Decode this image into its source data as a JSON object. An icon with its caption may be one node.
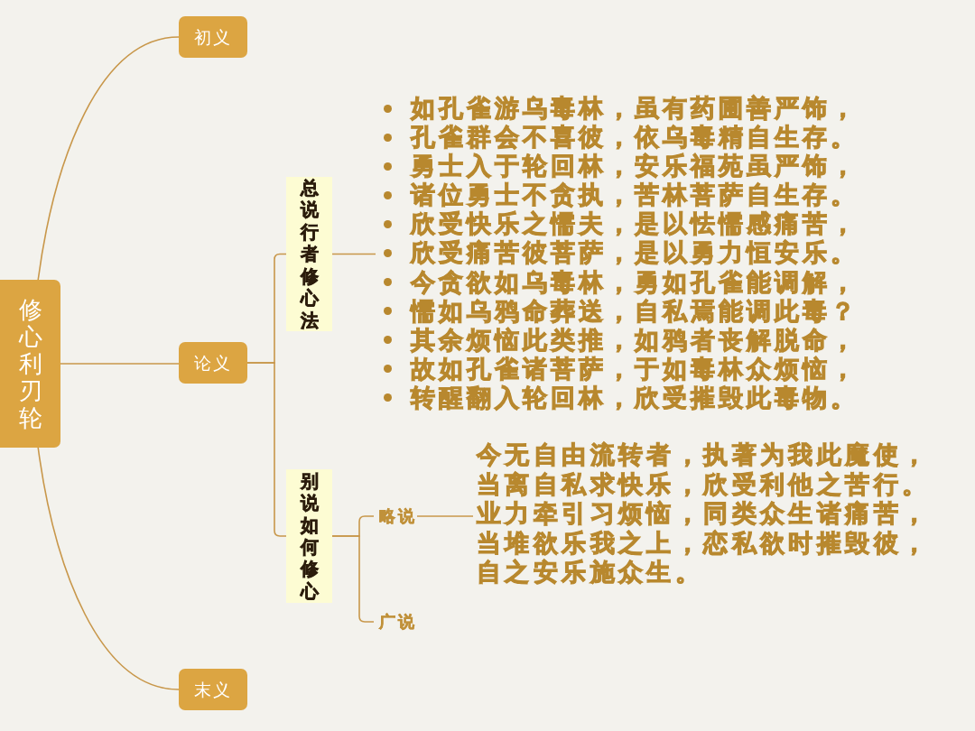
{
  "diagram": {
    "nodes": [
      {
        "text": [
          "修心利刃轮"
        ]
      },
      {
        "text": [
          "初义"
        ]
      },
      {
        "text": [
          "论义"
        ]
      },
      {
        "text": [
          "总说行者修心法"
        ]
      },
      {
        "text": [
          "如孔雀游乌毒林，虽有药圃善严饰，",
          "孔雀群会不喜彼，依乌毒精自生存。",
          "勇士入于轮回林，安乐福苑虽严饰，",
          "诸位勇士不贪执，苦林菩萨自生存。",
          "欣受快乐之懦夫，是以怯懦感痛苦，",
          "欣受痛苦彼菩萨，是以勇力恒安乐。",
          "今贪欲如乌毒林，勇如孔雀能调解，",
          "懦如乌鸦命葬送，自私焉能调此毒？",
          "其余烦恼此类推，如鸦者丧解脱命，",
          "故如孔雀诸菩萨，于如毒林众烦恼，",
          "转醒翻入轮回林，欣受摧毁此毒物。"
        ]
      },
      {
        "text": [
          "别说如何修心"
        ]
      },
      {
        "text": [
          "略说"
        ]
      },
      {
        "text": [
          "今无自由流转者，执著为我此魔使，当离自私求快乐，欣受利他之苦行。业力牵引习烦恼，同类众生诸痛苦，当堆欲乐我之上，恋私欲时摧毁彼，自之安乐施众生。"
        ]
      },
      {
        "text": [
          "广说"
        ]
      },
      {
        "text": [
          "末义"
        ]
      }
    ],
    "edges": [
      {
        "from": 0,
        "to": 1,
        "arrow": "none"
      },
      {
        "from": 0,
        "to": 2,
        "arrow": "none"
      },
      {
        "from": 0,
        "to": 9,
        "arrow": "none"
      },
      {
        "from": 2,
        "to": 3,
        "arrow": "none"
      },
      {
        "from": 2,
        "to": 5,
        "arrow": "none"
      },
      {
        "from": 3,
        "to": 4,
        "arrow": "none"
      },
      {
        "from": 5,
        "to": 6,
        "arrow": "none"
      },
      {
        "from": 5,
        "to": 8,
        "arrow": "none"
      },
      {
        "from": 6,
        "to": 7,
        "arrow": "none"
      }
    ]
  }
}
